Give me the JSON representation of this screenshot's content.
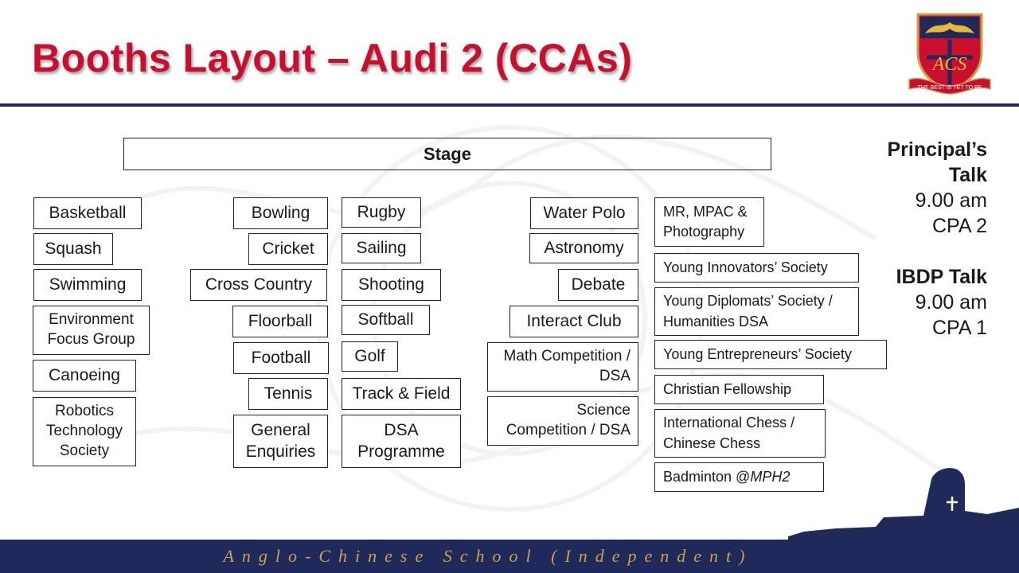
{
  "title": "Booths Layout – Audi 2 (CCAs)",
  "crest": {
    "motto": "THE BEST IS YET TO BE",
    "initials": "ACS"
  },
  "stage_label": "Stage",
  "columns": {
    "col1": [
      "Basketball",
      "Squash",
      "Swimming",
      "Environment Focus Group",
      "Canoeing",
      "Robotics Technology Society"
    ],
    "col2": [
      "Bowling",
      "Cricket",
      "Cross Country",
      "Floorball",
      "Football",
      "Tennis",
      "General Enquiries"
    ],
    "col3": [
      "Rugby",
      "Sailing",
      "Shooting",
      "Softball",
      "Golf",
      "Track & Field",
      "DSA Programme"
    ],
    "col4": [
      "Water Polo",
      "Astronomy",
      "Debate",
      "Interact Club",
      "Math Competition / DSA",
      "Science Competition / DSA"
    ],
    "col5": [
      "MR, MPAC & Photography",
      "Young Innovators’ Society",
      "Young Diplomats’ Society / Humanities DSA",
      "Young Entrepreneurs’ Society",
      "Christian Fellowship",
      "International Chess / Chinese Chess",
      "Badminton @ MPH2"
    ]
  },
  "talks": {
    "principal": {
      "title": "Principal’s Talk",
      "time": "9.00 am",
      "venue": "CPA 2"
    },
    "ibdp": {
      "title": "IBDP Talk",
      "time": "9.00 am",
      "venue": "CPA 1"
    }
  },
  "footer": "Anglo-Chinese School (Independent)",
  "colors": {
    "title": "#c8102e",
    "navy": "#1f2a5a",
    "gold": "#c9a14a"
  }
}
